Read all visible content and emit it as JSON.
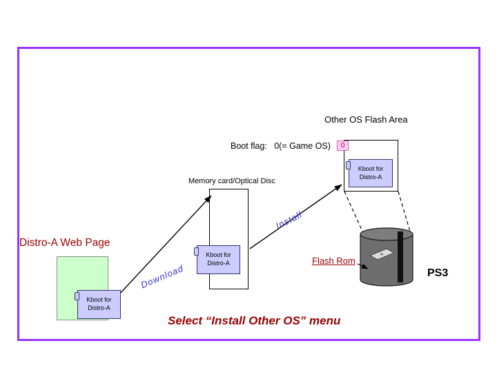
{
  "labels": {
    "other_os_flash_area": "Other OS Flash Area",
    "boot_flag": "Boot flag:   0(= Game OS)",
    "boot_flag_value": "0",
    "memory_card": "Memory card/Optical Disc",
    "install": "Install",
    "download": "Download",
    "distro_web_page": "Distro-A Web Page",
    "flash_rom": "Flash Rom",
    "ps3": "PS3",
    "caption": "Select “Install Other OS” menu"
  },
  "kboot": {
    "label": "Kboot for\nDistro-A"
  },
  "colors": {
    "frame_border": "#9933ff",
    "scroll_fill": "#ccccff",
    "scroll_border": "#333366",
    "page_fill": "#ccffcc",
    "page_border": "#8a8a8a",
    "boot_box_fill": "#ffccff",
    "boot_box_border": "#cc6699",
    "dark_red": "#990000",
    "blue_label": "#3333cc",
    "cylinder_gray": "#6e6e6e",
    "cylinder_top": "#7d7d7d"
  }
}
